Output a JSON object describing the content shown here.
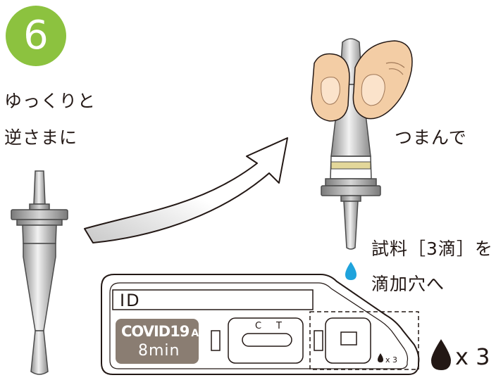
{
  "step": {
    "number": "6",
    "badge_color": "#8cc23f"
  },
  "instructions": {
    "flip_line1": "ゆっくりと",
    "flip_line2": "逆さまに",
    "squeeze": "つまんで",
    "sample_line1": "試料［3滴］を",
    "sample_line2": "滴加穴へ"
  },
  "device": {
    "id_label": "ID",
    "product_line1": "COVID19",
    "product_ag": "Ag",
    "product_line2": "8min",
    "label_color": "#8a7d72",
    "c_label": "C",
    "t_label": "T",
    "well_drops": "x 3"
  },
  "drops": {
    "count_label": "x 3",
    "color": "#1fa3dc"
  }
}
